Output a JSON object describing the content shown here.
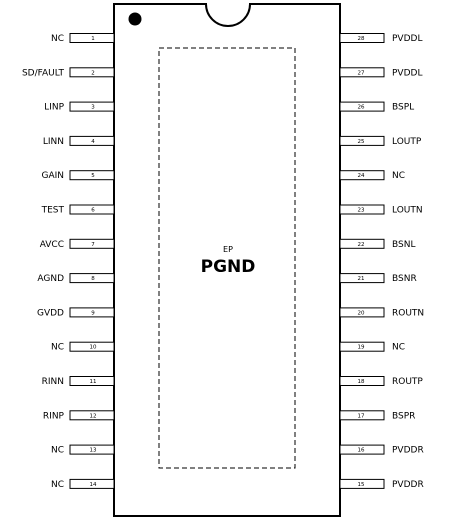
{
  "package": {
    "exposed_pad_label": "EP",
    "exposed_pad_name": "PGND"
  },
  "pins_left": [
    {
      "number": "1",
      "name": "NC"
    },
    {
      "number": "2",
      "name": "SD/FAULT"
    },
    {
      "number": "3",
      "name": "LINP"
    },
    {
      "number": "4",
      "name": "LINN"
    },
    {
      "number": "5",
      "name": "GAIN"
    },
    {
      "number": "6",
      "name": "TEST"
    },
    {
      "number": "7",
      "name": "AVCC"
    },
    {
      "number": "8",
      "name": "AGND"
    },
    {
      "number": "9",
      "name": "GVDD"
    },
    {
      "number": "10",
      "name": "NC"
    },
    {
      "number": "11",
      "name": "RINN"
    },
    {
      "number": "12",
      "name": "RINP"
    },
    {
      "number": "13",
      "name": "NC"
    },
    {
      "number": "14",
      "name": "NC"
    }
  ],
  "pins_right": [
    {
      "number": "28",
      "name": "PVDDL"
    },
    {
      "number": "27",
      "name": "PVDDL"
    },
    {
      "number": "26",
      "name": "BSPL"
    },
    {
      "number": "25",
      "name": "LOUTP"
    },
    {
      "number": "24",
      "name": "NC"
    },
    {
      "number": "23",
      "name": "LOUTN"
    },
    {
      "number": "22",
      "name": "BSNL"
    },
    {
      "number": "21",
      "name": "BSNR"
    },
    {
      "number": "20",
      "name": "ROUTN"
    },
    {
      "number": "19",
      "name": "NC"
    },
    {
      "number": "18",
      "name": "ROUTP"
    },
    {
      "number": "17",
      "name": "BSPR"
    },
    {
      "number": "16",
      "name": "PVDDR"
    },
    {
      "number": "15",
      "name": "PVDDR"
    }
  ]
}
